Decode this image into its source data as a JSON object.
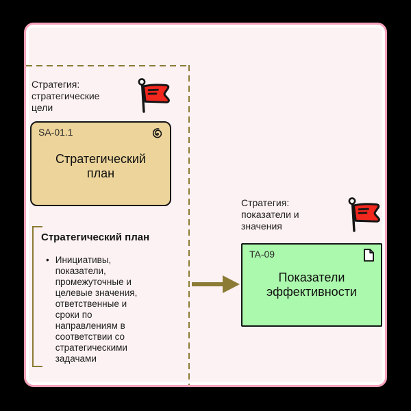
{
  "colors": {
    "frame_background": "#000000",
    "canvas_fill": "#FDF2F3",
    "canvas_border_pink": "#F8A2BA",
    "accent_olive": "#8C7B35",
    "strategic_card_fill": "#ECD49A",
    "kpi_card_fill": "#ABF9AC",
    "flag_red": "#F2271E",
    "outline_black": "#151515"
  },
  "goals_zone": {
    "label": "Стратегия:\nстратегические\nцели",
    "card": {
      "code": "SA-01.1",
      "title": "Стратегический\nплан"
    }
  },
  "details_panel": {
    "heading": "Стратегический план",
    "bullet_marker": "•",
    "bullet_text": "Инициативы,\nпоказатели,\nпромежуточные и\nцелевые значения,\nответственные и\nсроки по\nнаправлениям в\nсоответствии со\nстратегическими\nзадачами"
  },
  "kpi_zone": {
    "label": "Стратегия:\nпоказатели и\nзначения",
    "card": {
      "code": "TA-09",
      "title": "Показатели\nэффективности"
    }
  },
  "icons": {
    "goals_flag": "red-flag-icon",
    "kpi_flag": "red-flag-icon",
    "strategic_card_icon": "goal-spiral-icon",
    "kpi_card_icon": "document-icon",
    "connector": "right-arrow"
  }
}
